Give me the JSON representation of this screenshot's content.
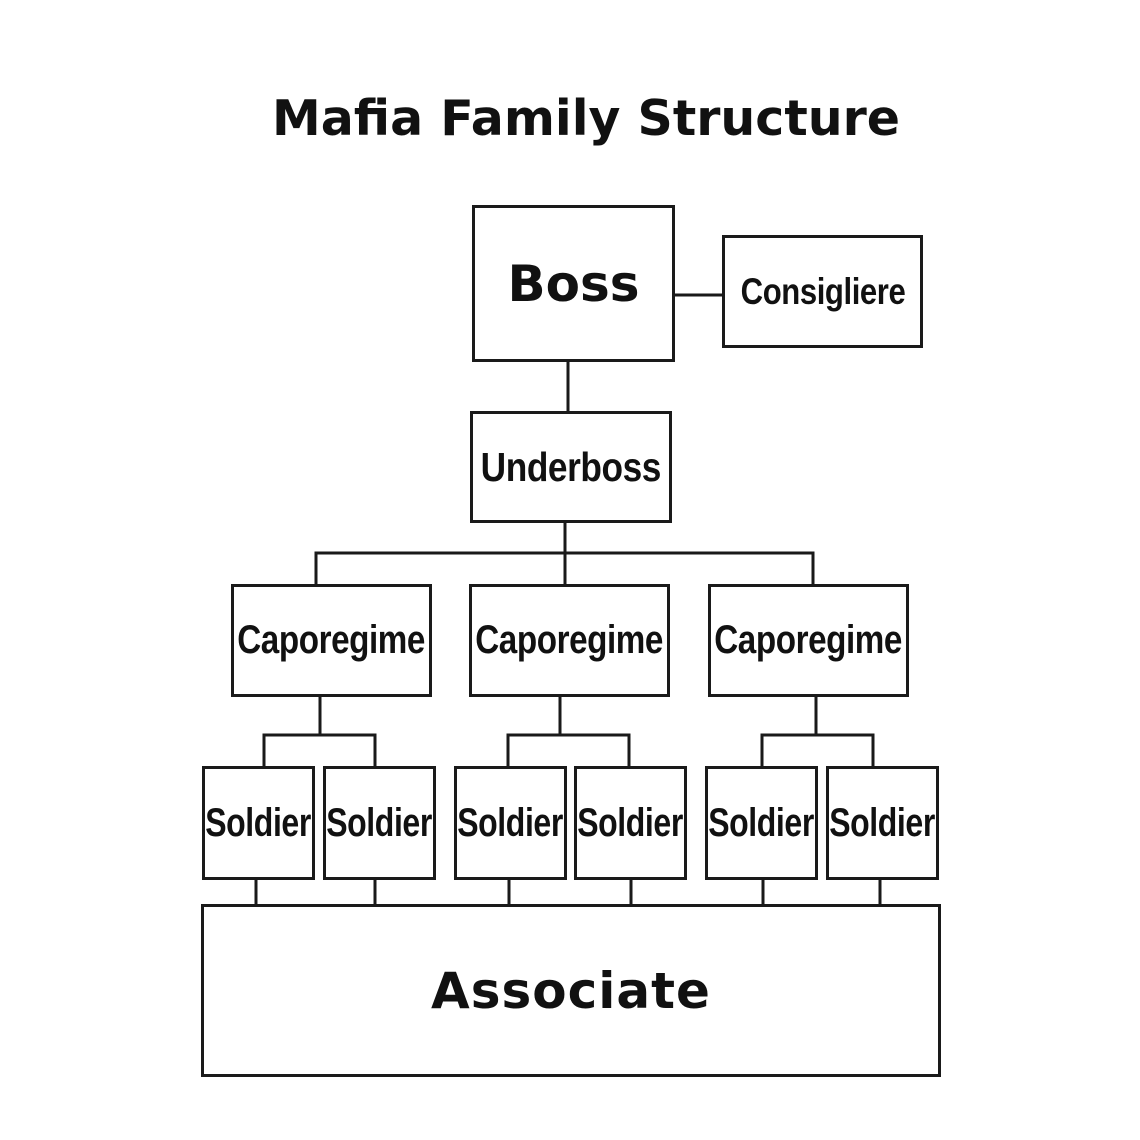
{
  "title": "Mafia Family Structure",
  "nodes": {
    "boss": "Boss",
    "consigliere": "Consigliere",
    "underboss": "Underboss",
    "caporegimes": [
      "Caporegime",
      "Caporegime",
      "Caporegime"
    ],
    "soldiers": [
      "Soldier",
      "Soldier",
      "Soldier",
      "Soldier",
      "Soldier",
      "Soldier"
    ],
    "associate": "Associate"
  },
  "colors": {
    "line": "#1a1a1a",
    "box_fill": "#ffffff",
    "text": "#111111"
  }
}
